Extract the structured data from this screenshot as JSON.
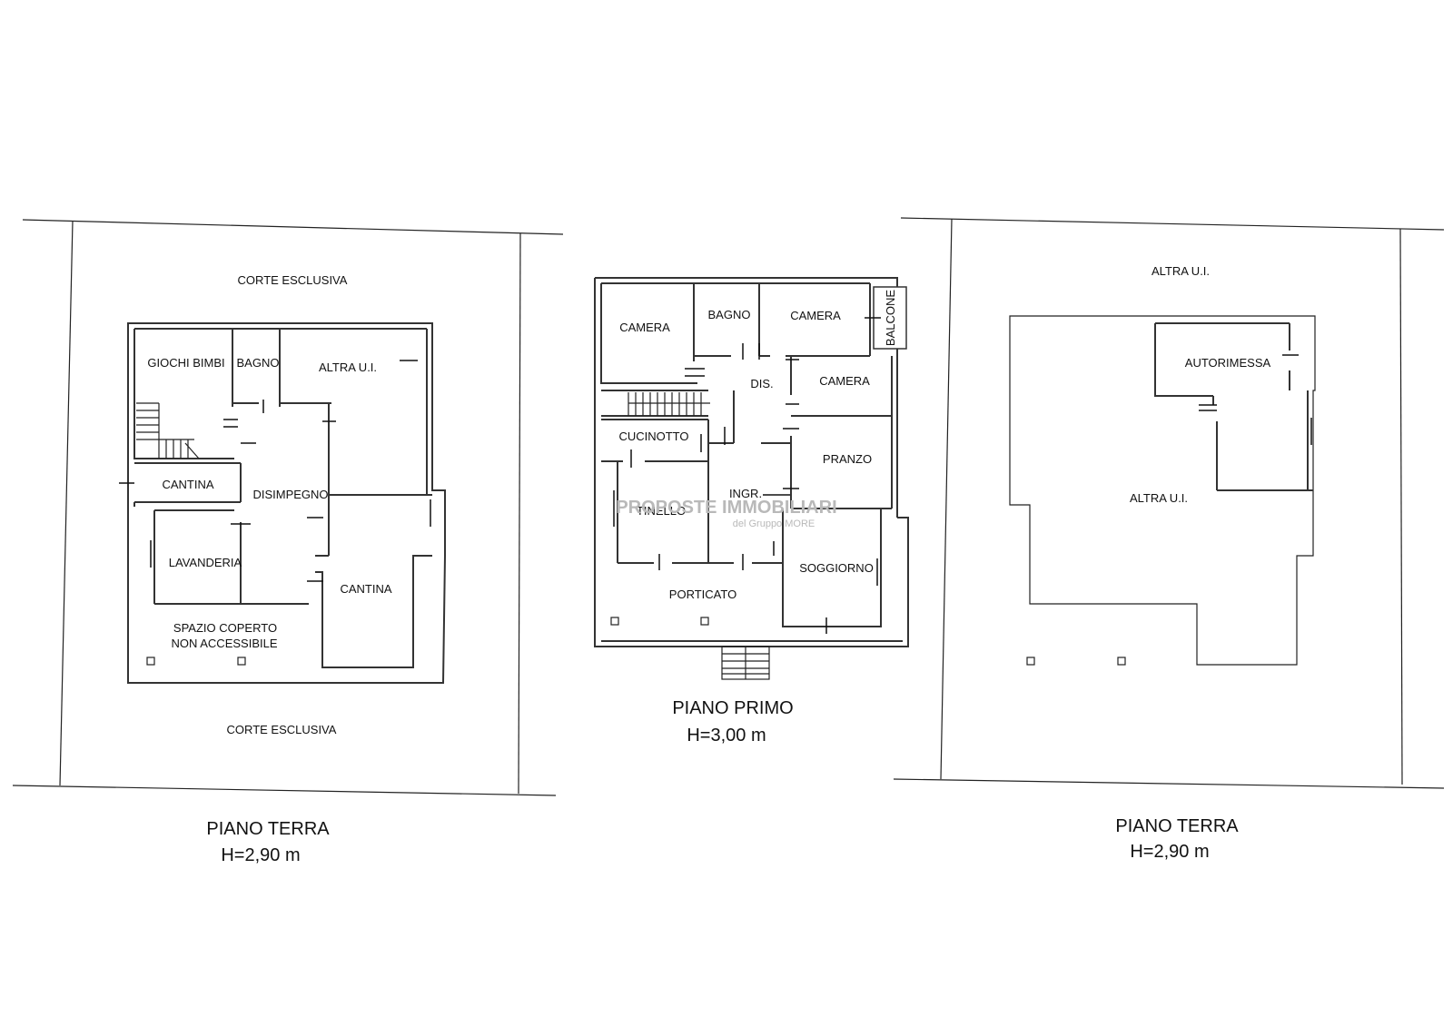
{
  "plans": {
    "ground_left": {
      "court_top": "CORTE ESCLUSIVA",
      "court_bottom": "CORTE ESCLUSIVA",
      "rooms": {
        "giochi_bimbi": "GIOCHI BIMBI",
        "bagno": "BAGNO",
        "altra_ui": "ALTRA U.I.",
        "cantina_1": "CANTINA",
        "disimpegno": "DISIMPEGNO",
        "lavanderia": "LAVANDERIA",
        "cantina_2": "CANTINA",
        "spazio_line1": "SPAZIO COPERTO",
        "spazio_line2": "NON ACCESSIBILE"
      },
      "title": "PIANO TERRA",
      "height": "H=2,90 m"
    },
    "first_floor": {
      "rooms": {
        "camera_1": "CAMERA",
        "bagno": "BAGNO",
        "camera_2": "CAMERA",
        "balcone": "BALCONE",
        "dis": "DIS.",
        "camera_3": "CAMERA",
        "cucinotto": "CUCINOTTO",
        "pranzo": "PRANZO",
        "ingr": "INGR.",
        "tinello": "TINELLO",
        "soggiorno": "SOGGIORNO",
        "porticato": "PORTICATO"
      },
      "title": "PIANO PRIMO",
      "height": "H=3,00 m"
    },
    "ground_right": {
      "altra_top": "ALTRA U.I.",
      "autorimessa": "AUTORIMESSA",
      "altra_main": "ALTRA U.I.",
      "title": "PIANO TERRA",
      "height": "H=2,90 m"
    }
  },
  "watermark": {
    "line1": "PROPOSTE IMMOBILIARI",
    "line2": "del Gruppo MORE"
  }
}
